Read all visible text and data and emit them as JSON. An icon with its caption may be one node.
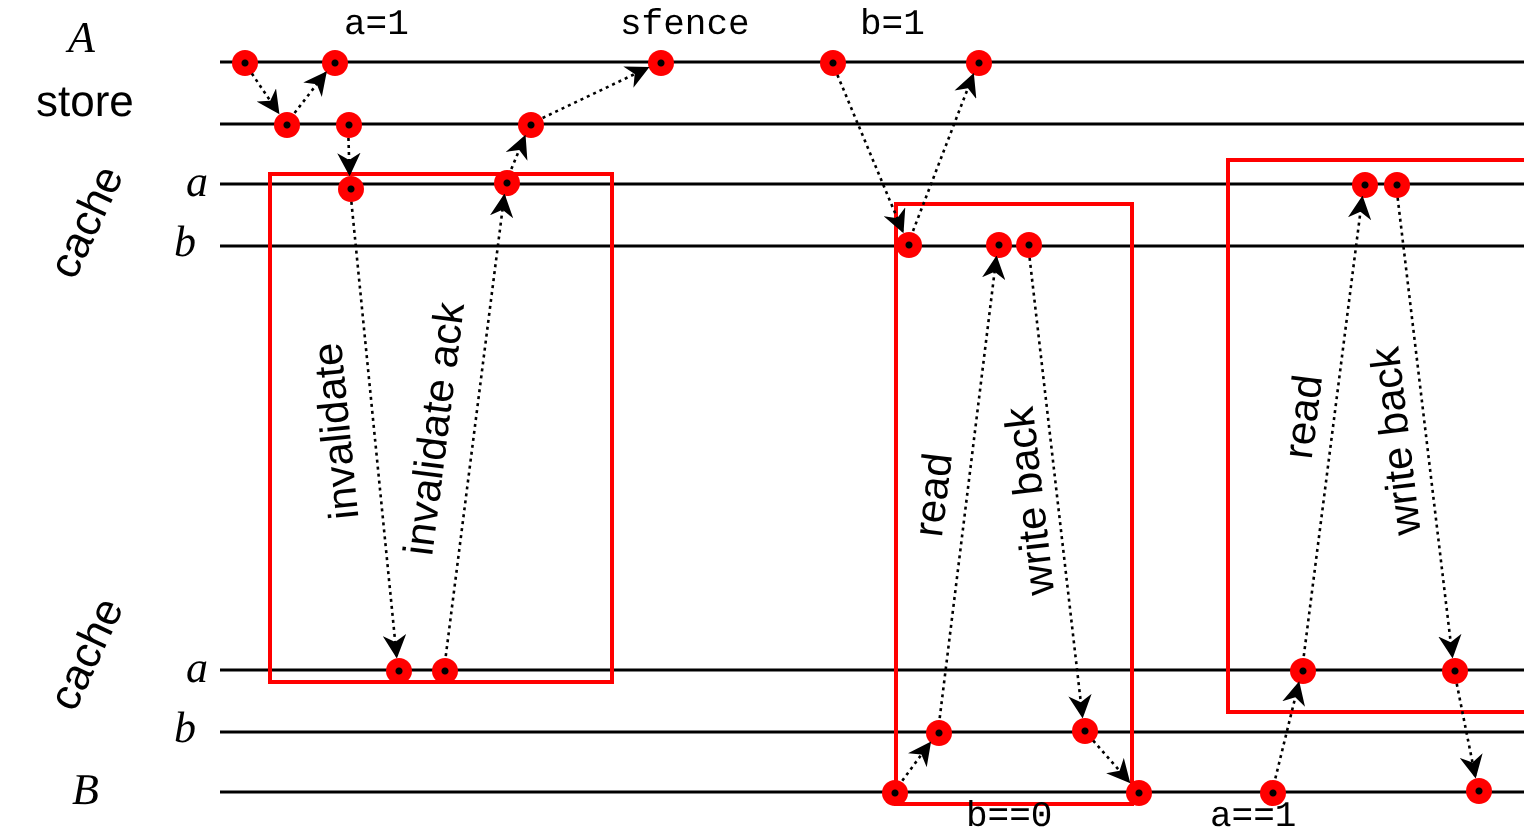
{
  "diagram": {
    "nodes": [
      {
        "text": [],
        "shape": "box"
      },
      {
        "text": [],
        "shape": "box"
      },
      {
        "text": [],
        "shape": "box"
      },
      {
        "text": [],
        "shape": "circle"
      },
      {
        "text": [],
        "shape": "circle"
      },
      {
        "text": [],
        "shape": "circle"
      },
      {
        "text": [],
        "shape": "circle"
      },
      {
        "text": [],
        "shape": "circle"
      },
      {
        "text": [],
        "shape": "circle"
      },
      {
        "text": [],
        "shape": "circle"
      },
      {
        "text": [],
        "shape": "circle"
      },
      {
        "text": [],
        "shape": "circle",
        "in": 0
      },
      {
        "text": [],
        "shape": "circle",
        "in": 0
      },
      {
        "text": [],
        "shape": "circle",
        "in": 2
      },
      {
        "text": [],
        "shape": "circle",
        "in": 2
      },
      {
        "text": [],
        "shape": "circle",
        "in": 1
      },
      {
        "text": [],
        "shape": "circle",
        "in": 1
      },
      {
        "text": [],
        "shape": "circle",
        "in": 1
      },
      {
        "text": [],
        "shape": "circle",
        "in": 0
      },
      {
        "text": [],
        "shape": "circle",
        "in": 0
      },
      {
        "text": [],
        "shape": "circle",
        "in": 2
      },
      {
        "text": [],
        "shape": "circle",
        "in": 2
      },
      {
        "text": [],
        "shape": "circle",
        "in": 1
      },
      {
        "text": [],
        "shape": "circle",
        "in": 1
      },
      {
        "text": [],
        "shape": "circle"
      },
      {
        "text": [],
        "shape": "circle"
      },
      {
        "text": [],
        "shape": "circle"
      },
      {
        "text": [],
        "shape": "circle"
      }
    ],
    "edges": [
      {
        "from": 3,
        "to": 8,
        "arrow": "to"
      },
      {
        "from": 8,
        "to": 4,
        "arrow": "to"
      },
      {
        "from": 9,
        "to": 11,
        "arrow": "to"
      },
      {
        "from": 11,
        "to": 18,
        "arrow": "to",
        "label": "invalidate"
      },
      {
        "from": 19,
        "to": 12,
        "arrow": "to",
        "label": "invalidate ack"
      },
      {
        "from": 12,
        "to": 10,
        "arrow": "to"
      },
      {
        "from": 10,
        "to": 5,
        "arrow": "to"
      },
      {
        "from": 6,
        "to": 15,
        "arrow": "to"
      },
      {
        "from": 15,
        "to": 7,
        "arrow": "to"
      },
      {
        "from": 24,
        "to": 22,
        "arrow": "to"
      },
      {
        "from": 22,
        "to": 16,
        "arrow": "to",
        "label": "read"
      },
      {
        "from": 17,
        "to": 23,
        "arrow": "to",
        "label": "write back"
      },
      {
        "from": 23,
        "to": 25,
        "arrow": "to"
      },
      {
        "from": 26,
        "to": 20,
        "arrow": "to"
      },
      {
        "from": 20,
        "to": 13,
        "arrow": "to",
        "label": "read"
      },
      {
        "from": 14,
        "to": 21,
        "arrow": "to",
        "label": "write back"
      },
      {
        "from": 21,
        "to": 27,
        "arrow": "to"
      }
    ],
    "labels": [
      "A",
      "store",
      "a=1",
      "sfence",
      "b=1",
      "cache",
      "a",
      "b",
      "cache",
      "a",
      "b",
      "B",
      "b==0",
      "a==1"
    ]
  }
}
